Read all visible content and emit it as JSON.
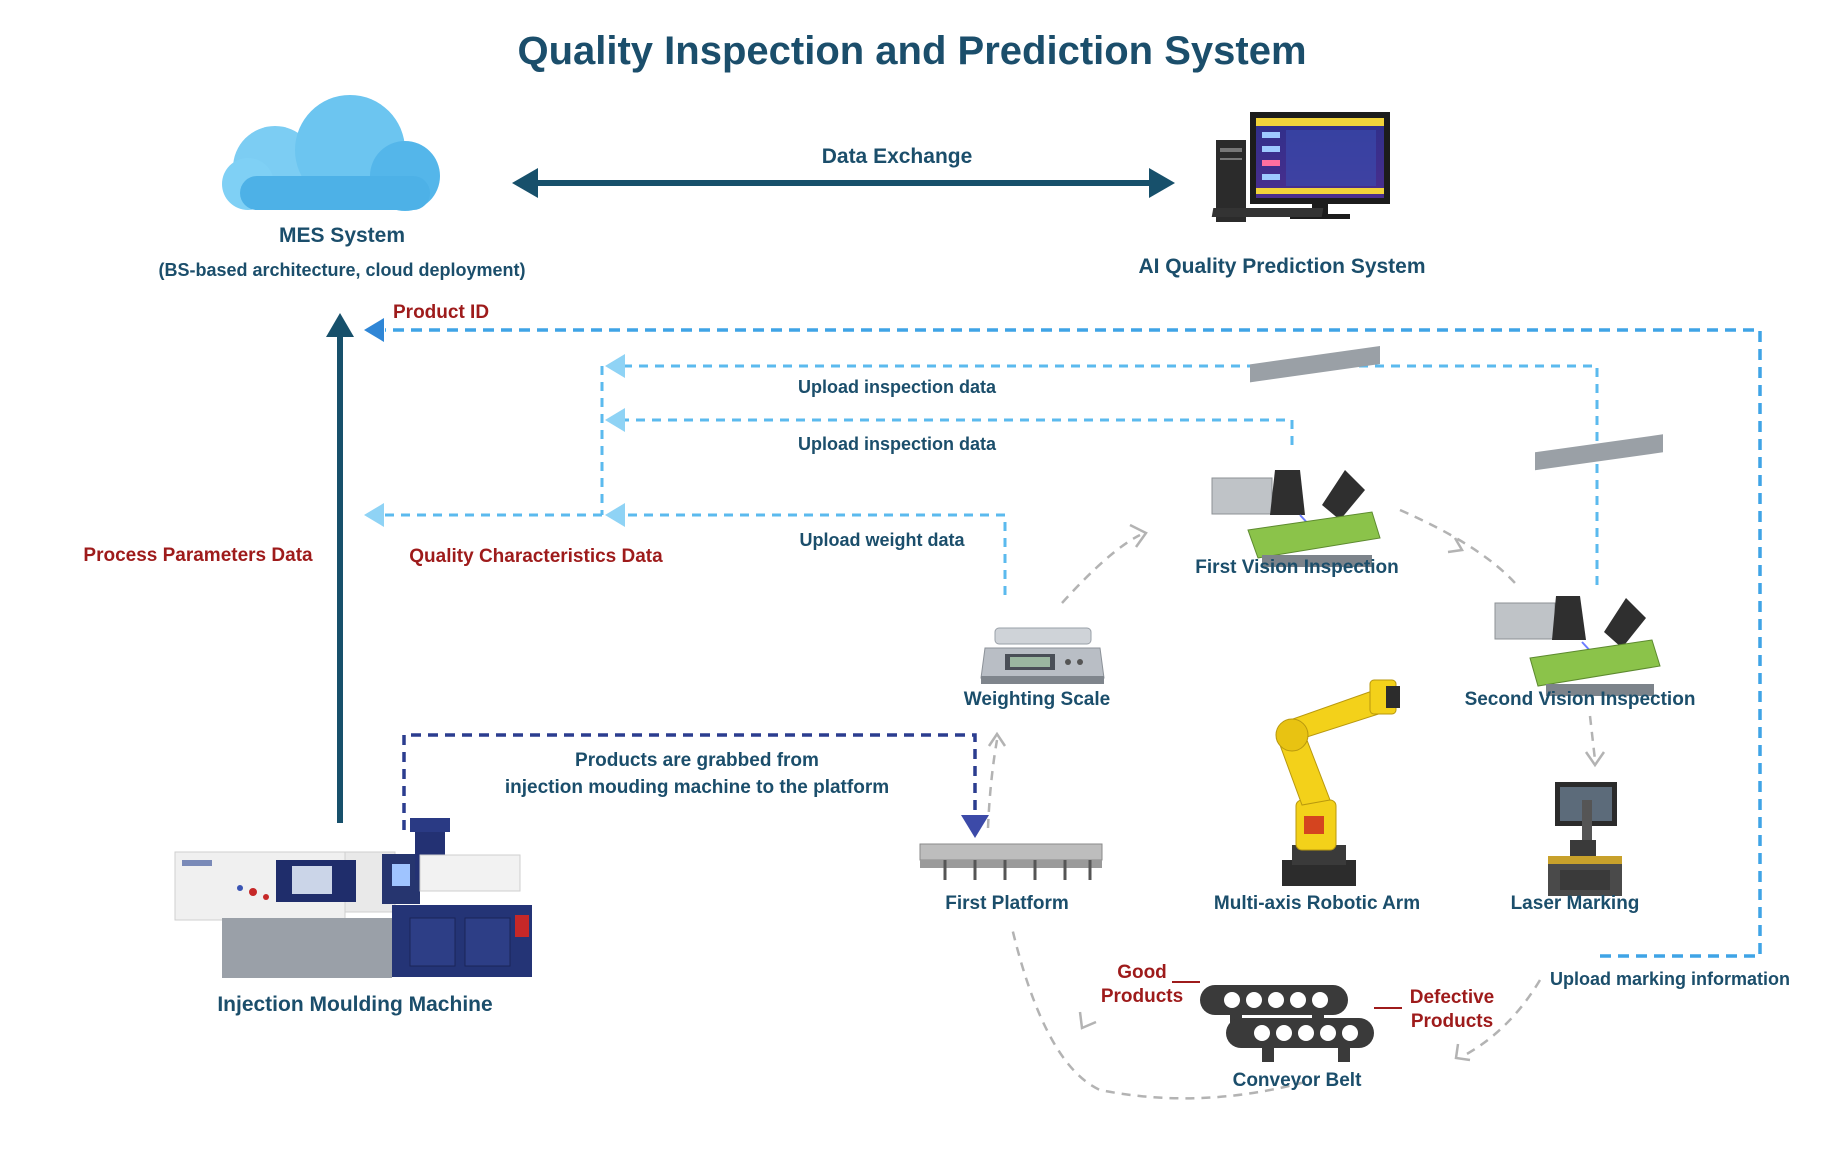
{
  "title": "Quality Inspection and Prediction System",
  "mes": {
    "name": "MES System",
    "subtitle": "(BS-based architecture, cloud deployment)",
    "icon": "cloud-icon"
  },
  "ai": {
    "name": "AI Quality Prediction System",
    "icon": "desktop-computer-icon"
  },
  "data_exchange_label": "Data Exchange",
  "flows": {
    "product_id": "Product ID",
    "process_parameters": "Process Parameters Data",
    "quality_characteristics": "Quality Characteristics Data",
    "upload_inspection_second": "Upload inspection data",
    "upload_inspection_first": "Upload inspection data",
    "upload_weight": "Upload weight data",
    "upload_marking": "Upload marking information",
    "grab_line1": "Products are grabbed from",
    "grab_line2": "injection mouding machine to the platform"
  },
  "stations": {
    "injection": "Injection Moulding Machine",
    "first_platform": "First Platform",
    "weighting_scale": "Weighting Scale",
    "first_vision": "First Vision Inspection",
    "second_vision": "Second Vision Inspection",
    "laser_marking": "Laser Marking",
    "robotic_arm": "Multi-axis Robotic Arm",
    "conveyor": "Conveyor Belt",
    "good_line1": "Good",
    "good_line2": "Products",
    "defective_line1": "Defective",
    "defective_line2": "Products"
  },
  "colors": {
    "title": "#1b4e6b",
    "dark_arrow": "#17506b",
    "red_label": "#9e1b1b",
    "dashed_blue": "#3fa4e6",
    "navy_dashed": "#2b3d8f",
    "grey_loop": "#b3b3b3",
    "cloud": "#5bbcec"
  }
}
